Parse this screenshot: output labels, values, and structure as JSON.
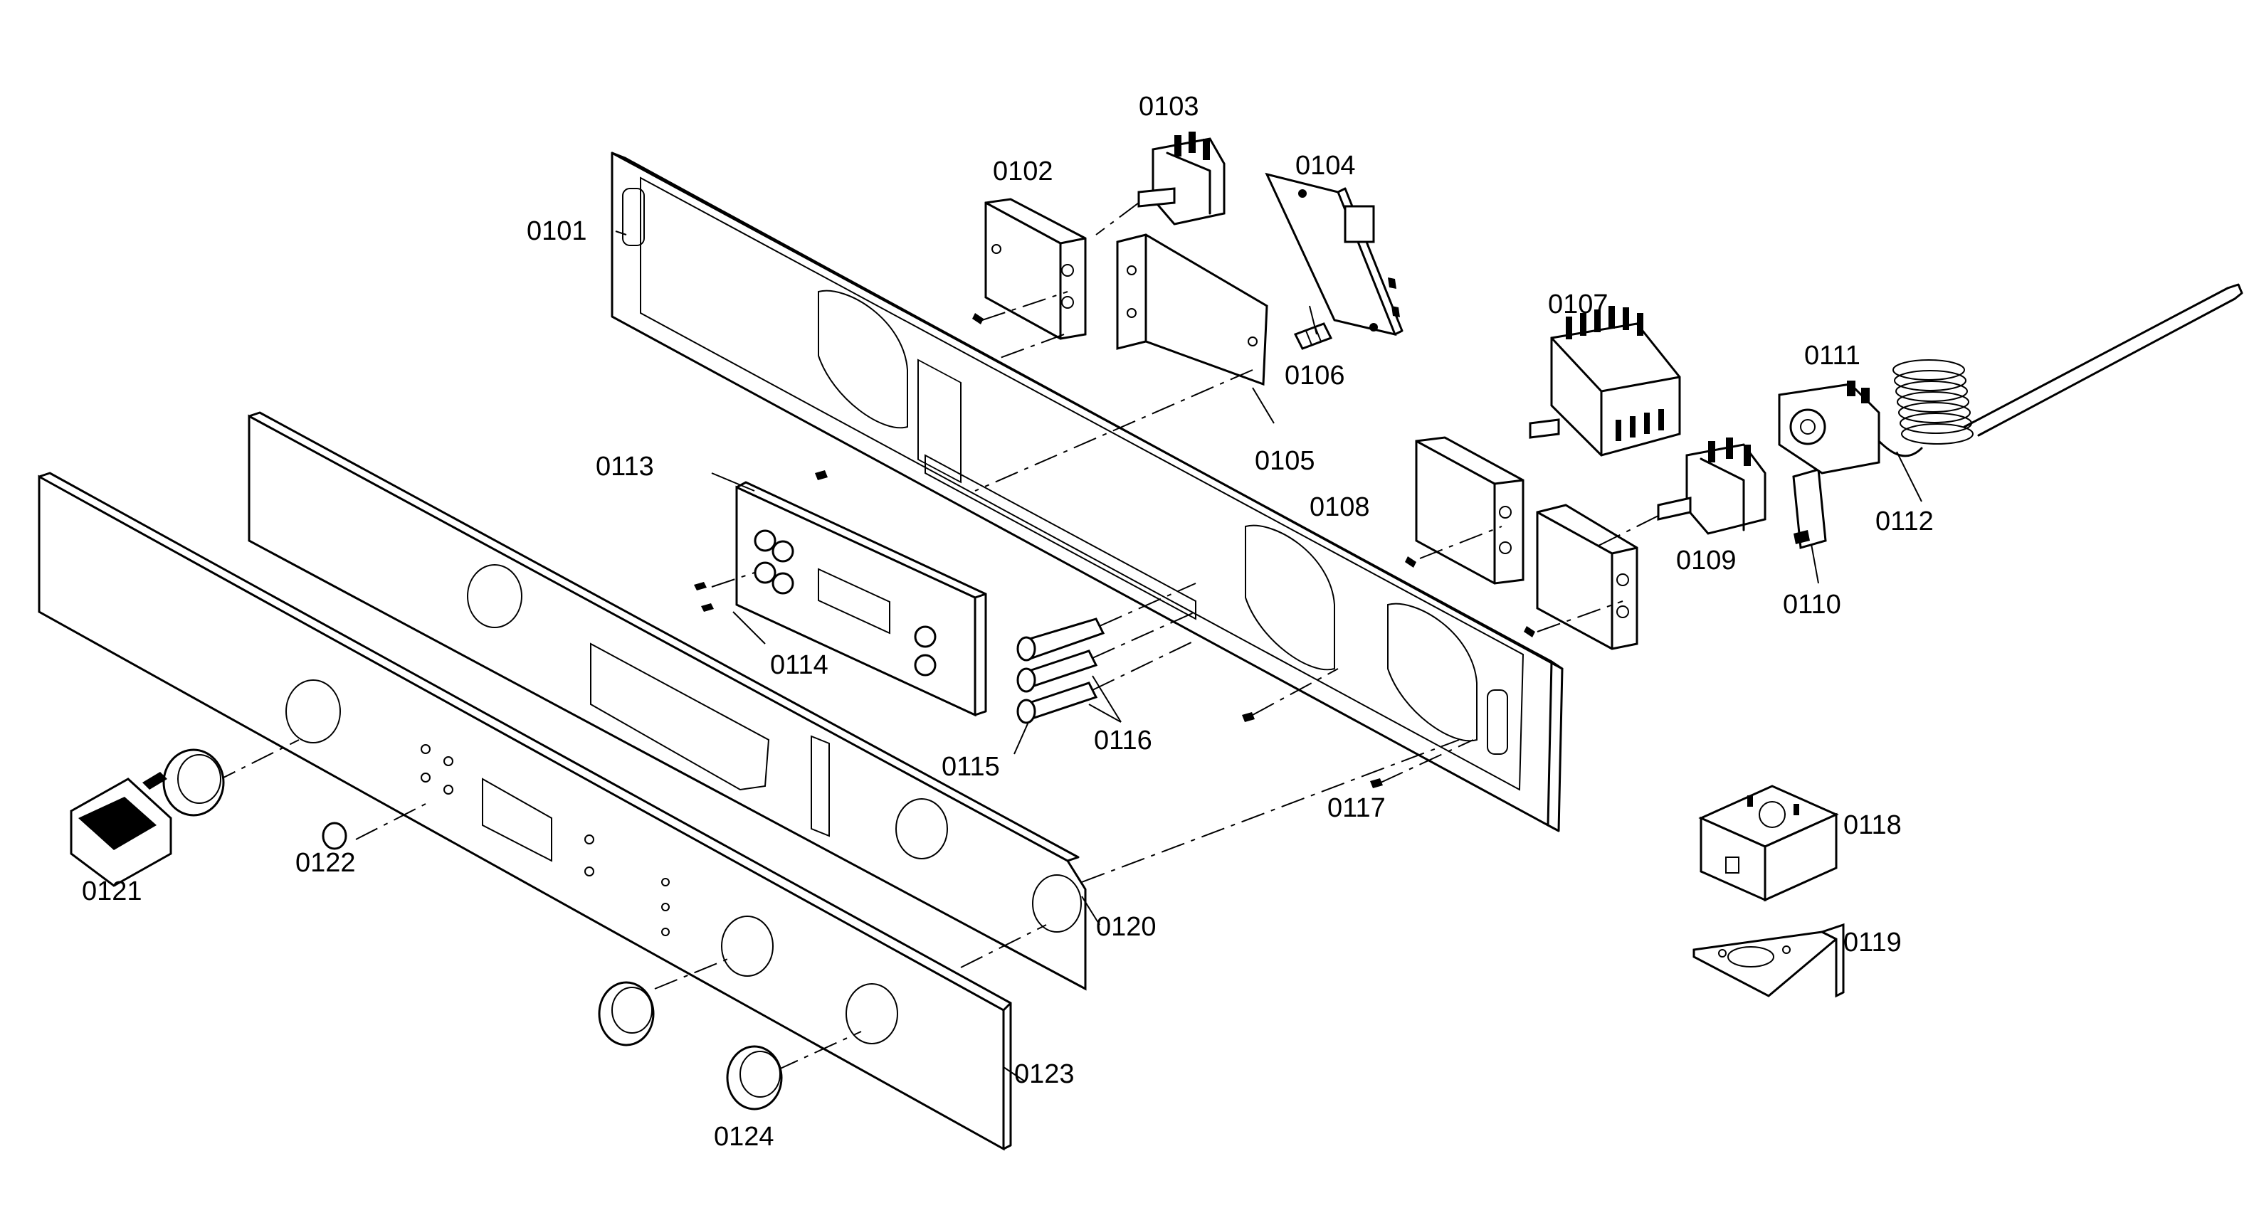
{
  "callouts": {
    "c0101": "0101",
    "c0102": "0102",
    "c0103": "0103",
    "c0104": "0104",
    "c0105": "0105",
    "c0106": "0106",
    "c0107": "0107",
    "c0108": "0108",
    "c0109": "0109",
    "c0110": "0110",
    "c0111": "0111",
    "c0112": "0112",
    "c0113": "0113",
    "c0114": "0114",
    "c0115": "0115",
    "c0116": "0116",
    "c0117": "0117",
    "c0118": "0118",
    "c0119": "0119",
    "c0120": "0120",
    "c0121": "0121",
    "c0122": "0122",
    "c0123": "0123",
    "c0124": "0124"
  }
}
